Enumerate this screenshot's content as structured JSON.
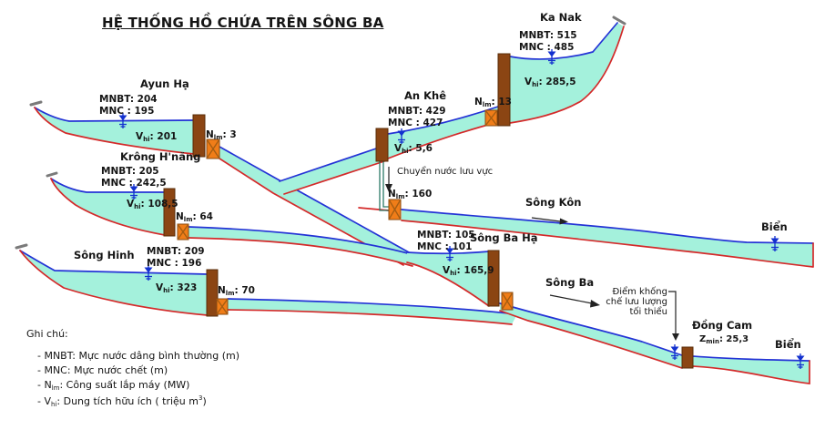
{
  "title": "HỆ THỐNG HỒ CHỨA TRÊN SÔNG BA",
  "colors": {
    "water_fill": "#A4F1DC",
    "water_line": "#2433D6",
    "bed_line": "#D42A2A",
    "dam": "#8B4513",
    "turbine": "#F07D18",
    "symbol": "#1230CF"
  },
  "reservoirs": {
    "ayun_ha": {
      "name": "Ayun Hạ",
      "mnbt": "MNBT: 204",
      "mnc": "MNC : 195",
      "v": {
        "pre": "V",
        "sub": "hi",
        "post": ": 201"
      },
      "n": {
        "pre": "N",
        "sub": "lm",
        "post": ": 3"
      }
    },
    "krong_hnang": {
      "name": "Krông H'năng",
      "mnbt": "MNBT: 205",
      "mnc": "MNC : 242,5",
      "v": {
        "pre": "V",
        "sub": "hi",
        "post": ": 108,5"
      },
      "n": {
        "pre": "N",
        "sub": "lm",
        "post": ": 64"
      }
    },
    "song_hinh": {
      "name": "Sông Hinh",
      "mnbt": "MNBT: 209",
      "mnc": "MNC : 196",
      "v": {
        "pre": "V",
        "sub": "hi",
        "post": ": 323"
      },
      "n": {
        "pre": "N",
        "sub": "lm",
        "post": ": 70"
      }
    },
    "an_khe": {
      "name": "An Khê",
      "mnbt": "MNBT: 429",
      "mnc": "MNC : 427",
      "v": {
        "pre": "V",
        "sub": "hi",
        "post": ": 5,6"
      },
      "n": {
        "pre": "N",
        "sub": "lm",
        "post": ": 160"
      }
    },
    "ka_nak": {
      "name": "Ka Nak",
      "mnbt": "MNBT: 515",
      "mnc": "MNC : 485",
      "v": {
        "pre": "V",
        "sub": "hi",
        "post": ": 285,5"
      },
      "n": {
        "pre": "N",
        "sub": "lm",
        "post": ": 13"
      }
    },
    "song_ba_ha": {
      "name": "Sông Ba Hạ",
      "mnbt": "MNBT: 105",
      "mnc": "MNC : 101",
      "v": {
        "pre": "V",
        "sub": "hi",
        "post": ": 165,9"
      }
    },
    "dong_cam": {
      "name": "Đồng Cam",
      "z": {
        "pre": "Z",
        "sub": "min",
        "post": ": 25,3"
      }
    }
  },
  "rivers": {
    "song_kon": "Sông Kôn",
    "song_ba": "Sông Ba",
    "sea_kon": "Biển",
    "sea_ba": "Biển"
  },
  "annotations": {
    "transfer": "Chuyển nước lưu vực",
    "control_line1": "Điểm khống",
    "control_line2": "chế lưu lượng",
    "control_line3": "tối thiểu"
  },
  "legend": {
    "heading": "Ghi chú:",
    "mnbt": "- MNBT: Mực nước dâng bình thường (m)",
    "mnc": "- MNC: Mực nước chết (m)",
    "nlm": {
      "pre": "- N",
      "sub": "lm",
      "post": ": Công suất lắp máy (MW)"
    },
    "vhi": {
      "pre": "- V",
      "sub": "hi",
      "post": ": Dung tích hữu ích ( triệu m",
      "sup": "3",
      "end": ")"
    }
  }
}
